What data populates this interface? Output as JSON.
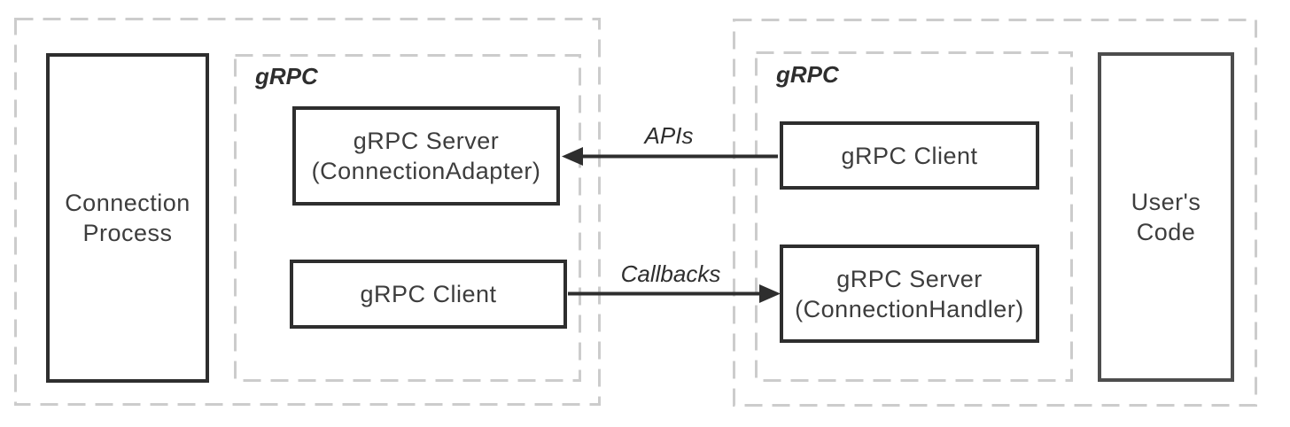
{
  "colors": {
    "bg": "#ffffff",
    "dash": "#cccccc",
    "box-border": "#2e2e2e",
    "users-border": "#4d4d4d",
    "arrow": "#2e2e2e",
    "text": "#3d3d3d",
    "label": "#2e2e2e"
  },
  "groups": {
    "left": {
      "label": "gRPC"
    },
    "right": {
      "label": "gRPC"
    }
  },
  "boxes": {
    "connection_process": {
      "line1": "Connection",
      "line2": "Process"
    },
    "left_grpc_server": {
      "line1": "gRPC Server",
      "line2": "(ConnectionAdapter)"
    },
    "left_grpc_client": {
      "label": "gRPC Client"
    },
    "right_grpc_client": {
      "label": "gRPC Client"
    },
    "right_grpc_server": {
      "line1": "gRPC Server",
      "line2": "(ConnectionHandler)"
    },
    "users_code": {
      "line1": "User's",
      "line2": "Code"
    }
  },
  "arrows": {
    "apis": {
      "label": "APIs",
      "direction": "left"
    },
    "callbacks": {
      "label": "Callbacks",
      "direction": "right"
    }
  }
}
